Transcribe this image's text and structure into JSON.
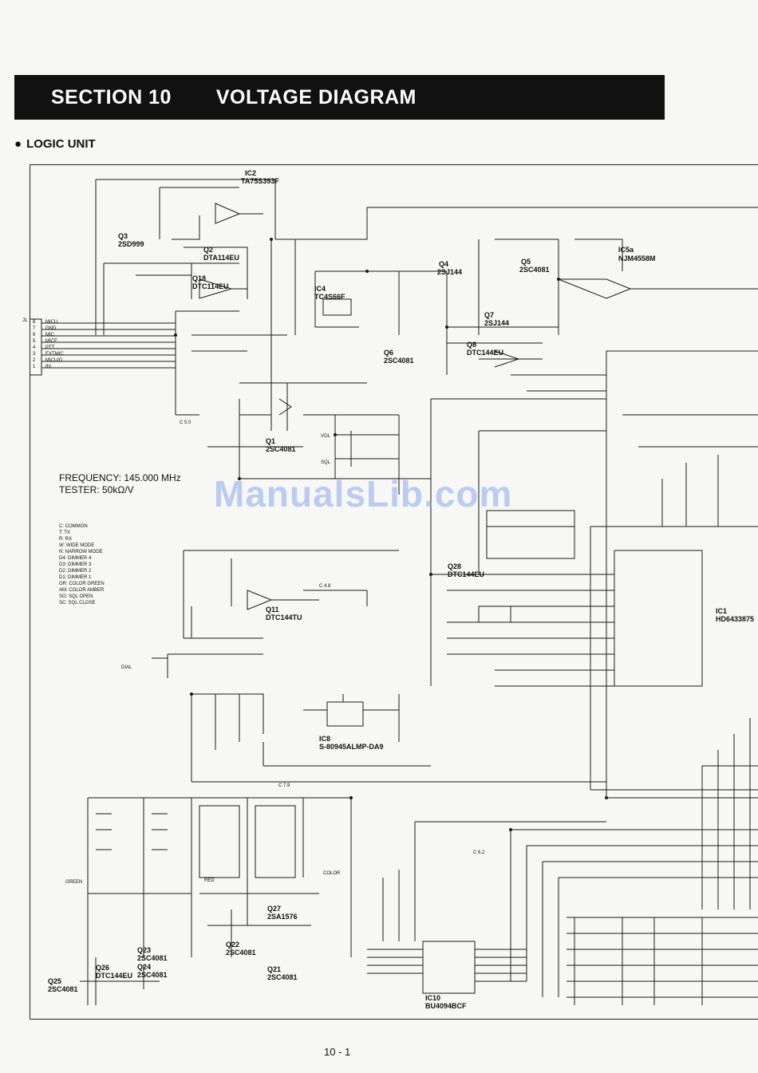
{
  "header": {
    "section": "SECTION 10",
    "title": "VOLTAGE DIAGRAM"
  },
  "subheading": {
    "bullet": "●",
    "text": "LOGIC UNIT"
  },
  "measurement": {
    "frequency": "FREQUENCY: 145.000 MHz",
    "tester": "TESTER: 50kΩ/V"
  },
  "legend": [
    "C:  COMMON",
    "T:  TX",
    "R:  RX",
    "W:  WIDE MODE",
    "N:  NARROW MODE",
    "D4: DIMMER 4",
    "D3: DIMMER 3",
    "D2: DIMMER 2",
    "D1: DIMMER 1",
    "GR: COLOR GREEN",
    "AM: COLOR AMBER",
    "SO: SQL OPEN",
    "SC: SQL CLOSE"
  ],
  "components": {
    "ic2": "IC2",
    "ic2_part": "TA75S393F",
    "q3": "Q3",
    "q3_part": "2SD999",
    "q2": "Q2",
    "q2_part": "DTA114EU",
    "q18": "Q18",
    "q18_part": "DTC114EU",
    "ic4": "IC4",
    "ic4_part": "TC4S66F",
    "q4": "Q4",
    "q4_part": "2SJ144",
    "q5": "Q5",
    "q5_part": "2SC4081",
    "q7": "Q7",
    "q7_part": "2SJ144",
    "q6": "Q6",
    "q6_part": "2SC4081",
    "q8": "Q8",
    "q8_part": "DTC144EU",
    "ic5a": "IC5a",
    "ic5a_part": "NJM4558M",
    "q1": "Q1",
    "q1_part": "2SC4081",
    "q28": "Q28",
    "q28_part": "DTC144EU",
    "q11": "Q11",
    "q11_part": "DTC144TU",
    "ic8": "IC8",
    "ic8_part": "S-80945ALMP-DA9",
    "ic1": "IC1",
    "ic1_part": "HD6433875",
    "q27": "Q27",
    "q27_part": "2SA1576",
    "q22": "Q22",
    "q22_part": "2SC4081",
    "q21": "Q21",
    "q21_part": "2SC4081",
    "q23": "Q23",
    "q23_part": "2SC4081",
    "q24": "Q24",
    "q24_part": "2SC4081",
    "q26": "Q26",
    "q26_part": "DTC144EU",
    "q25": "Q25",
    "q25_part": "2SC4081",
    "ic10": "IC10",
    "ic10_part": "BU4094BCF",
    "j1": "J1"
  },
  "connector_pins": [
    "MICU",
    "GND",
    "MIC",
    "MICE",
    "PTT",
    "EXTMIC",
    "MICU/D",
    "8V"
  ],
  "connector_numbers": [
    "8",
    "7",
    "6",
    "5",
    "4",
    "3",
    "2",
    "1"
  ],
  "nets": {
    "vol": "VOL",
    "sql": "SQL",
    "dial": "DIAL",
    "green": "GREEN",
    "red": "RED",
    "color": "COLOR",
    "c50": "C 5.0",
    "c79": "C 7.9",
    "c48": "C 4.8",
    "c62": "C 6.2"
  },
  "watermark": "ManualsLib.com",
  "page_number": "10 - 1",
  "colors": {
    "banner": "#111111",
    "ink": "#111111",
    "paper": "#f7f7f5",
    "watermark": "#6e96eb"
  }
}
